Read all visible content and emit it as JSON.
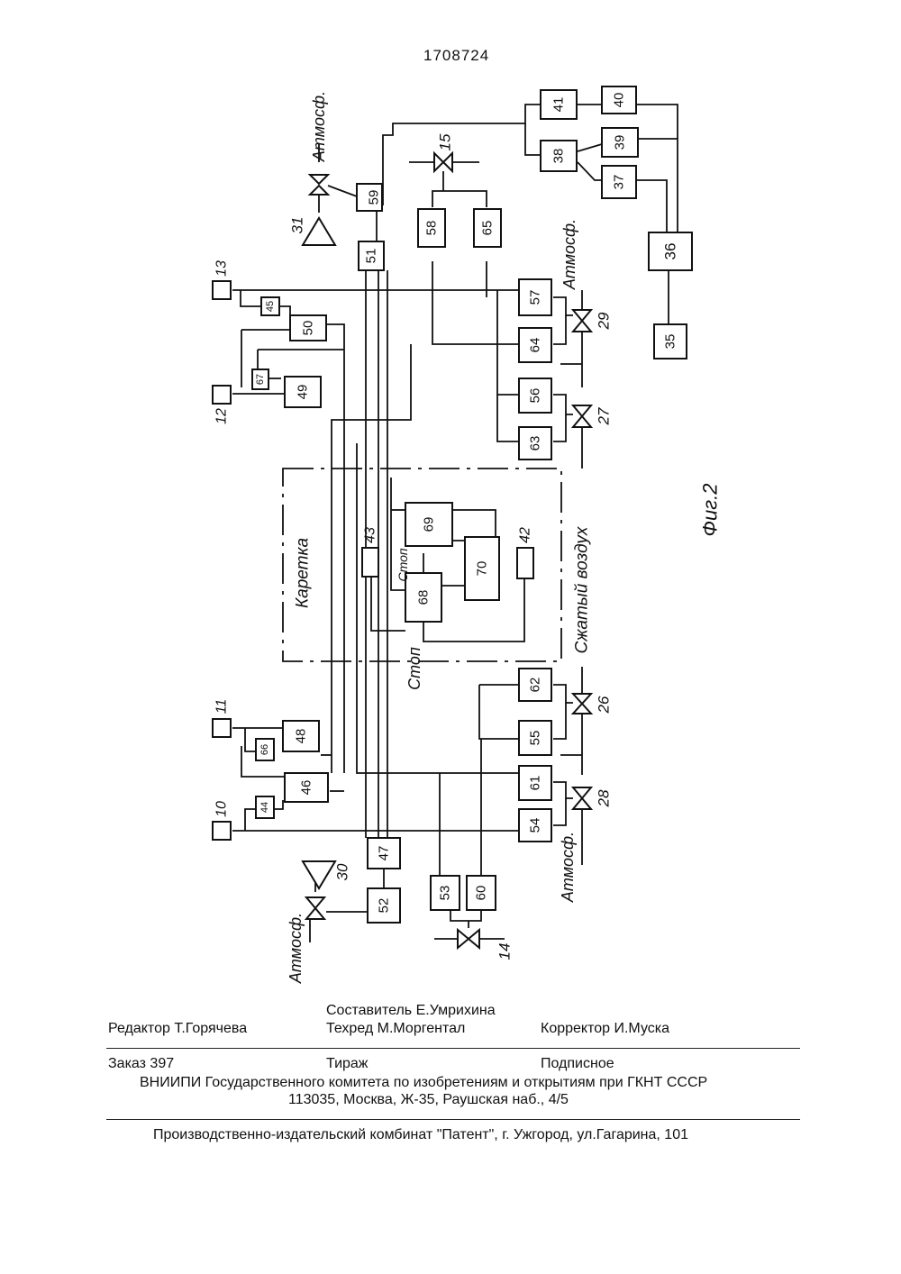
{
  "document": {
    "patent_number": "1708724",
    "figure_label": "Фиг.2"
  },
  "diagram": {
    "labels": {
      "atm_top": "Атмосф.",
      "atm_right": "Атмосф.",
      "atm_bottom_left": "Атмосф.",
      "atm_bottom_mid": "Атмосф.",
      "carriage": "Каретка",
      "compressed_air": "Сжатый воздух",
      "stop_top": "Стоп",
      "stop_bottom": "Стоп"
    },
    "blocks": [
      "59",
      "51",
      "58",
      "65",
      "41",
      "40",
      "38",
      "39",
      "37",
      "36",
      "35",
      "45",
      "50",
      "57",
      "64",
      "67",
      "49",
      "56",
      "63",
      "69",
      "70",
      "68",
      "62",
      "55",
      "48",
      "66",
      "46",
      "61",
      "54",
      "44",
      "47",
      "52",
      "53",
      "60"
    ],
    "sensors": [
      "13",
      "12",
      "11",
      "10",
      "43",
      "42"
    ],
    "valves": [
      "31",
      "15",
      "29",
      "27",
      "26",
      "28",
      "30",
      "14"
    ]
  },
  "footer": {
    "compiler": "Составитель Е.Умрихина",
    "editor": "Редактор  Т.Горячева",
    "techred": "Техред М.Моргентал",
    "corrector": "Корректор И.Муска",
    "order": "Заказ 397",
    "circulation": "Тираж",
    "subscription": "Подписное",
    "org_line": "ВНИИПИ Государственного комитета по изобретениям и открытиям при ГКНТ СССР",
    "address_line": "113035, Москва, Ж-35, Раушская наб., 4/5",
    "printer_line": "Производственно-издательский комбинат \"Патент\", г. Ужгород, ул.Гагарина, 101"
  }
}
